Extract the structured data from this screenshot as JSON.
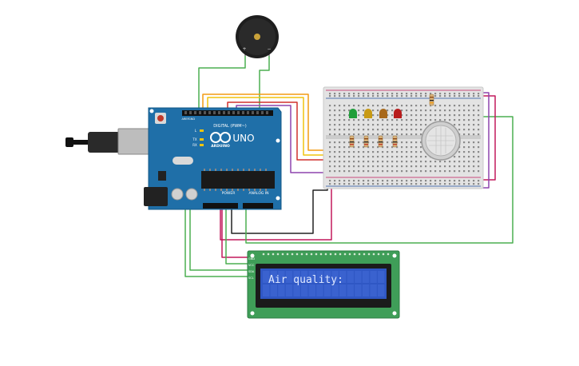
{
  "arduino": {
    "model_label": "UNO",
    "brand_label": "ARDUINO",
    "digital_header_label": "DIGITAL (PWM~)",
    "power_header_label": "POWER",
    "analog_header_label": "ANALOG IN",
    "led_l": "L",
    "led_tx": "TX",
    "led_rx": "RX",
    "pin_aref": "AREF",
    "pin_gnd": "GND"
  },
  "buzzer": {
    "plus_label": "+",
    "minus_label": "−"
  },
  "lcd": {
    "display_text": "Air quality:",
    "pin_labels": [
      "GND",
      "VCC",
      "SDA",
      "SCL"
    ]
  },
  "leds": [
    {
      "color": "#1f9e3a"
    },
    {
      "color": "#c89a14"
    },
    {
      "color": "#a8681a"
    },
    {
      "color": "#b81c1c"
    }
  ],
  "wire_colors": {
    "green": "#4caf50",
    "orange": "#f39c12",
    "yellow": "#f1c40f",
    "red": "#d0312d",
    "purple": "#8e44ad",
    "magenta": "#c2185b",
    "black": "#222222"
  }
}
